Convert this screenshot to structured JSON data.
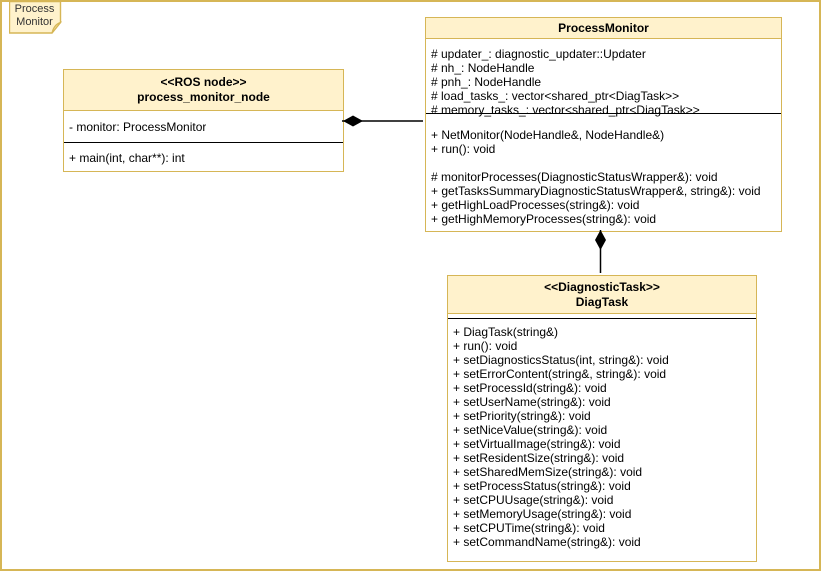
{
  "diagram": {
    "frame_tab": {
      "lines": [
        "Process",
        "Monitor"
      ]
    },
    "colors": {
      "class_fill": "#FFF2CC",
      "class_stroke": "#D6B656",
      "separator": "#000000",
      "background": "#FFFFFF",
      "text": "#000000"
    },
    "classes": {
      "process_monitor_node": {
        "stereotype": "<<ROS node>>",
        "name": "process_monitor_node",
        "attributes": [
          "- monitor: ProcessMonitor"
        ],
        "methods": [
          "+ main(int, char**): int"
        ]
      },
      "process_monitor": {
        "name": "ProcessMonitor",
        "attributes": [
          "# updater_: diagnostic_updater::Updater",
          "# nh_: NodeHandle",
          "# pnh_: NodeHandle",
          "# load_tasks_: vector<shared_ptr<DiagTask>>",
          "# memory_tasks_: vector<shared_ptr<DiagTask>>"
        ],
        "methods_group1": [
          "+ NetMonitor(NodeHandle&, NodeHandle&)",
          "+ run(): void"
        ],
        "methods_group2": [
          "# monitorProcesses(DiagnosticStatusWrapper&): void",
          "+ getTasksSummaryDiagnosticStatusWrapper&, string&): void",
          "+ getHighLoadProcesses(string&): void",
          "+ getHighMemoryProcesses(string&): void"
        ]
      },
      "diag_task": {
        "stereotype": "<<DiagnosticTask>>",
        "name": "DiagTask",
        "attributes": [],
        "methods": [
          "+ DiagTask(string&)",
          "+ run(): void",
          "+ setDiagnosticsStatus(int, string&): void",
          "+ setErrorContent(string&, string&): void",
          "+ setProcessId(string&): void",
          "+ setUserName(string&): void",
          "+ setPriority(string&): void",
          "+ setNiceValue(string&): void",
          "+ setVirtualImage(string&): void",
          "+ setResidentSize(string&): void",
          "+ setSharedMemSize(string&): void",
          "+ setProcessStatus(string&): void",
          "+ setCPUUsage(string&): void",
          "+ setMemoryUsage(string&): void",
          "+ setCPUTime(string&): void",
          "+ setCommandName(string&): void"
        ]
      }
    },
    "relationships": [
      {
        "type": "composition",
        "from": "process_monitor_node",
        "to": "ProcessMonitor"
      },
      {
        "type": "composition",
        "from": "ProcessMonitor",
        "to": "DiagTask"
      }
    ]
  }
}
